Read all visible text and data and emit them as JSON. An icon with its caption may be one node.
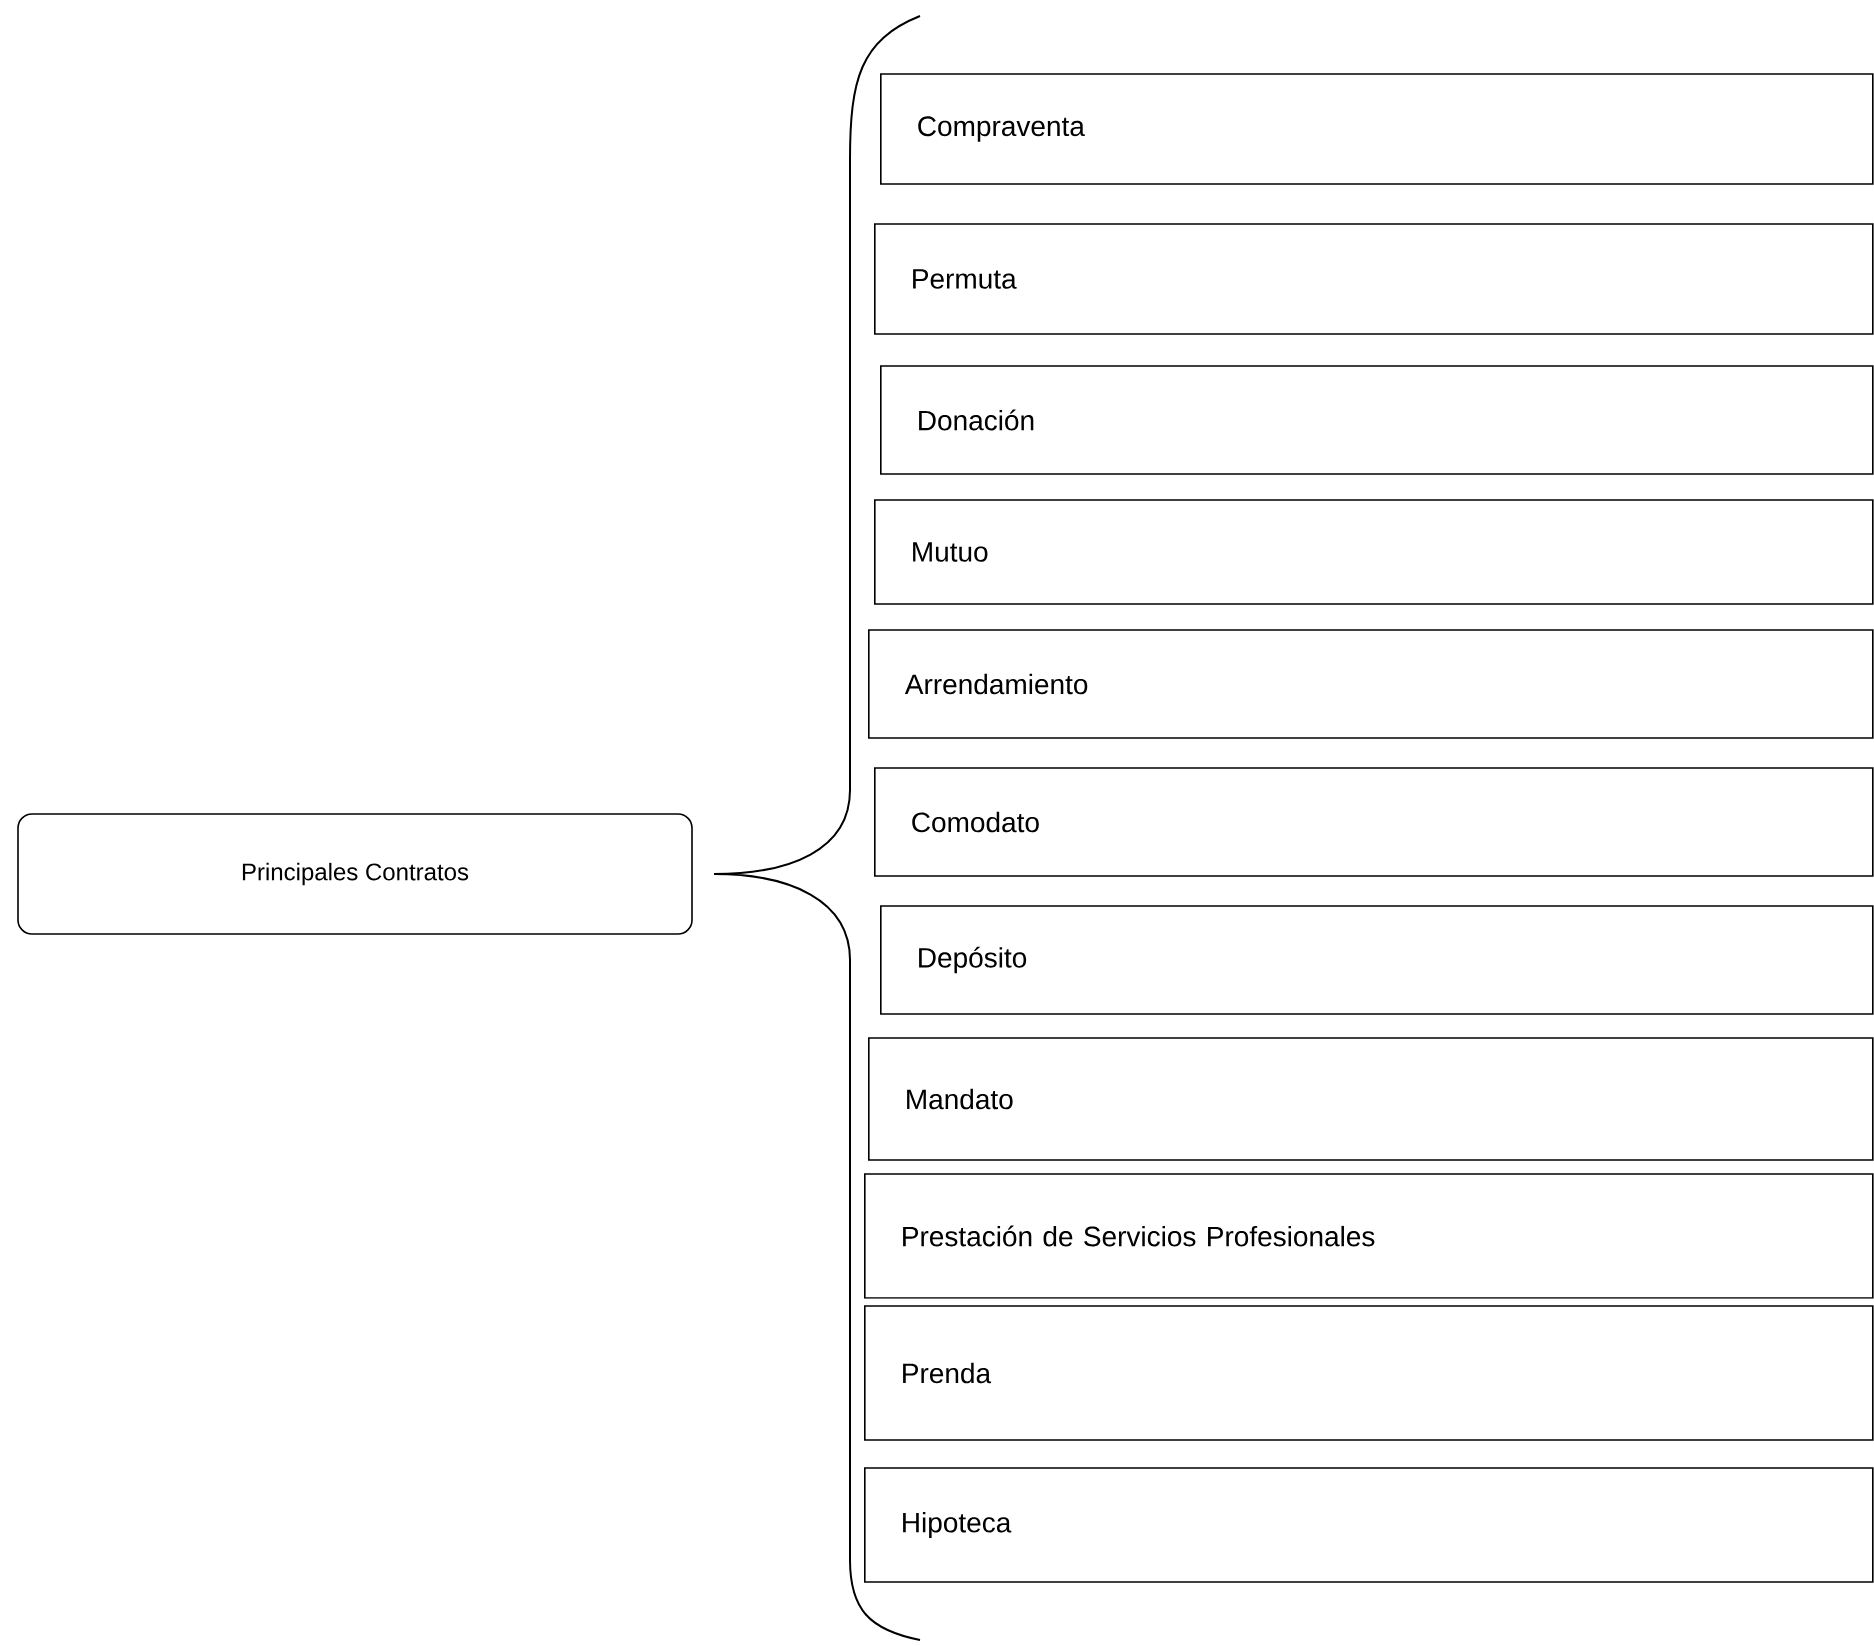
{
  "diagram": {
    "nodes": [
      {
        "text": [
          "Principales Contratos"
        ]
      },
      {
        "text": [
          "Compraventa"
        ]
      },
      {
        "text": [
          "Permuta"
        ]
      },
      {
        "text": [
          "Donación"
        ]
      },
      {
        "text": [
          "Mutuo"
        ]
      },
      {
        "text": [
          "Arrendamiento"
        ]
      },
      {
        "text": [
          "Comodato"
        ]
      },
      {
        "text": [
          "Depósito"
        ]
      },
      {
        "text": [
          "Mandato"
        ]
      },
      {
        "text": [
          "Prestación de Servicios Profesionales"
        ]
      },
      {
        "text": [
          "Prenda"
        ]
      },
      {
        "text": [
          "Hipoteca"
        ]
      }
    ]
  }
}
